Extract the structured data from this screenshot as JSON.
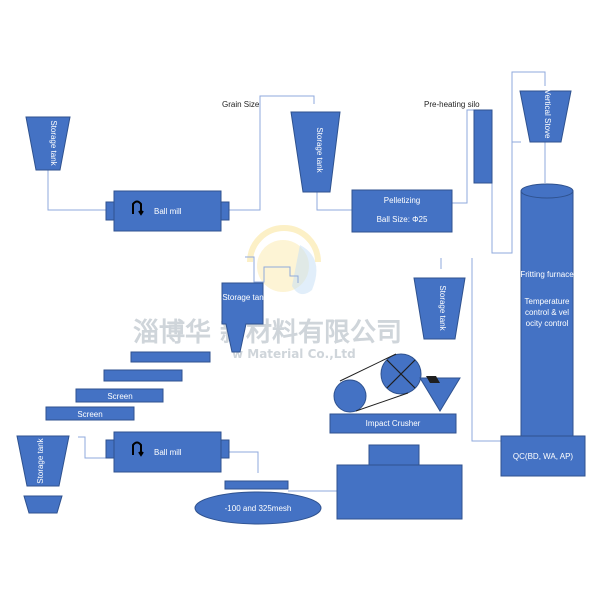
{
  "colors": {
    "fill": "#4472C4",
    "stroke": "#2F528F",
    "line": "#8FAADC",
    "text_on_fill": "#FFFFFF",
    "watermark_text": "#A9B3BD",
    "watermark_sun": "#F7D154",
    "watermark_drop": "#9CC8EE"
  },
  "labels": {
    "storage_tank_1": "Storage tank",
    "ball_mill_1": "Ball mill",
    "grain_size": "Grain Size",
    "storage_tank_2": "Storage tank",
    "pelletizing": "Pelletizing",
    "ball_size": "Ball Size: Φ25",
    "preheating_silo": "Pre-heating silo",
    "vertical_stove": "Vertical Stove",
    "fritting_furnace": "Fritting furnace",
    "temp_control": "Temperature control & velocity control",
    "storage_tank_3": "Storage tank",
    "storage_tank_4": "Storage tank",
    "screen_1": "Screen",
    "screen_2": "Screen",
    "impact_crusher": "Impact Crusher",
    "storage_tank_5": "Storage tank",
    "ball_mill_2": "Ball mill",
    "mesh": "-100 and 325mesh",
    "qc": "QC(BD, WA, AP)"
  },
  "watermark": {
    "company_cn": "淄博华 新材料有限公司",
    "company_en": "w Material Co.,Ltd"
  }
}
